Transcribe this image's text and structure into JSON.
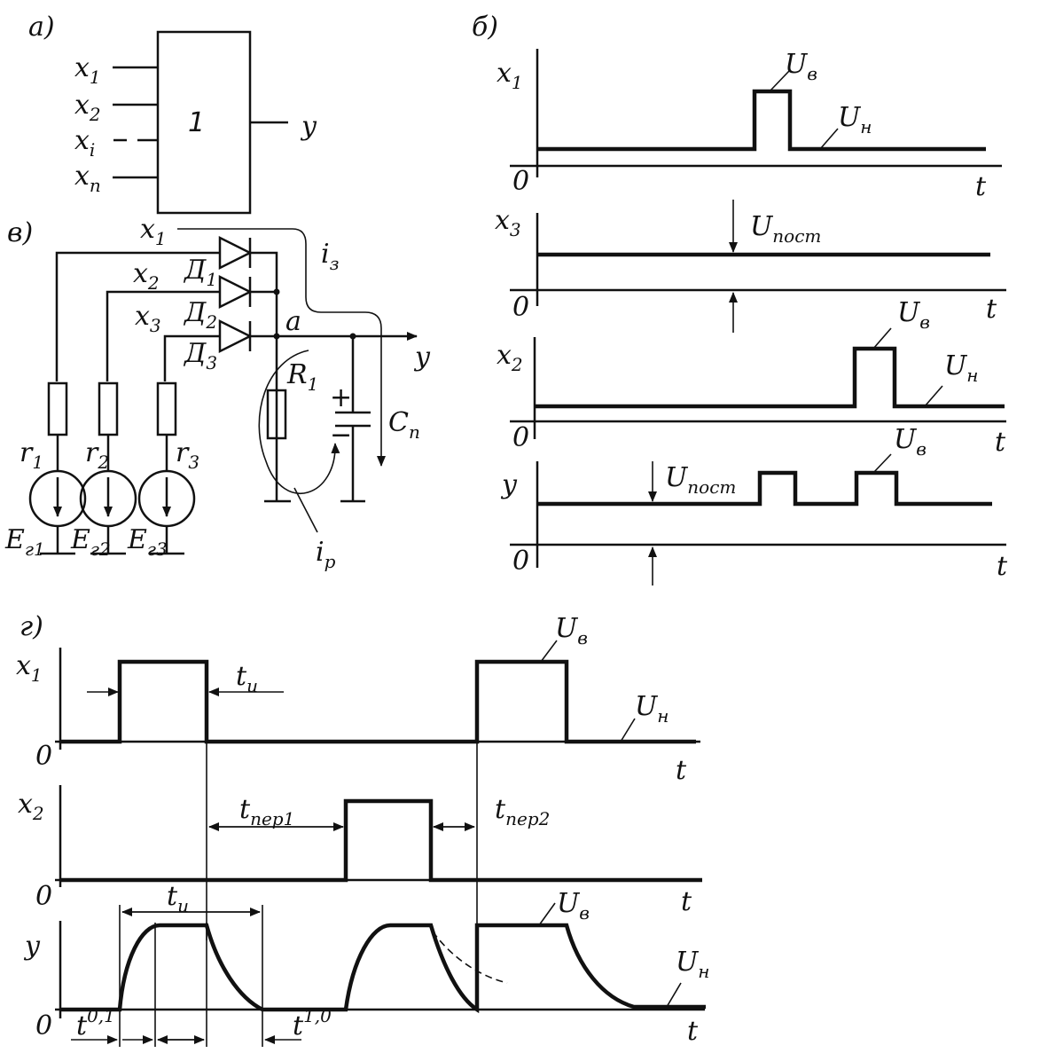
{
  "panel_a": {
    "tag": "а)",
    "inputs": [
      {
        "base": "x",
        "sub": "1"
      },
      {
        "base": "x",
        "sub": "2"
      },
      {
        "base": "x",
        "sub": "i"
      },
      {
        "base": "x",
        "sub": "п"
      }
    ],
    "gate_label": "1",
    "output": "y"
  },
  "panel_b": {
    "tag": "б)",
    "rows": [
      {
        "signal": {
          "base": "x",
          "sub": "1"
        },
        "origin": "0",
        "axis": "t",
        "labels": [
          {
            "base": "U",
            "sub": "в"
          },
          {
            "base": "U",
            "sub": "н"
          }
        ]
      },
      {
        "signal": {
          "base": "x",
          "sub": "3"
        },
        "origin": "0",
        "axis": "t",
        "labels": [
          {
            "base": "U",
            "sub": "пост"
          }
        ]
      },
      {
        "signal": {
          "base": "x",
          "sub": "2"
        },
        "origin": "0",
        "axis": "t",
        "labels": [
          {
            "base": "U",
            "sub": "в"
          },
          {
            "base": "U",
            "sub": "н"
          }
        ]
      },
      {
        "signal": {
          "base": "y",
          "sub": ""
        },
        "origin": "0",
        "axis": "t",
        "labels": [
          {
            "base": "U",
            "sub": "пост"
          },
          {
            "base": "U",
            "sub": "в"
          }
        ]
      }
    ]
  },
  "panel_c": {
    "tag": "в)",
    "inputs": [
      {
        "base": "x",
        "sub": "1"
      },
      {
        "base": "x",
        "sub": "2"
      },
      {
        "base": "x",
        "sub": "3"
      }
    ],
    "diodes": [
      {
        "base": "Д",
        "sub": "1"
      },
      {
        "base": "Д",
        "sub": "2"
      },
      {
        "base": "Д",
        "sub": "3"
      }
    ],
    "resistors": [
      {
        "base": "r",
        "sub": "1"
      },
      {
        "base": "r",
        "sub": "2"
      },
      {
        "base": "r",
        "sub": "3"
      }
    ],
    "sources": [
      {
        "base": "E",
        "sub": "г1"
      },
      {
        "base": "E",
        "sub": "г2"
      },
      {
        "base": "E",
        "sub": "г3"
      }
    ],
    "node": "a",
    "load_resistor": {
      "base": "R",
      "sub": "1"
    },
    "capacitor": {
      "base": "C",
      "sub": "п"
    },
    "charge_current": {
      "base": "i",
      "sub": "з"
    },
    "discharge_current": {
      "base": "i",
      "sub": "р"
    },
    "output": "y",
    "plus": "+",
    "minus": "−"
  },
  "panel_d": {
    "tag": "г)",
    "rows": [
      {
        "signal": {
          "base": "x",
          "sub": "1"
        },
        "origin": "0",
        "axis": "t"
      },
      {
        "signal": {
          "base": "x",
          "sub": "2"
        },
        "origin": "0",
        "axis": "t"
      },
      {
        "signal": {
          "base": "y",
          "sub": ""
        },
        "origin": "0",
        "axis": "t"
      }
    ],
    "labels": {
      "t_pulse": {
        "base": "t",
        "sub": "и"
      },
      "t_per1": {
        "base": "t",
        "sub": "пер1"
      },
      "t_per2": {
        "base": "t",
        "sub": "пер2"
      },
      "u_high": {
        "base": "U",
        "sub": "в"
      },
      "u_low": {
        "base": "U",
        "sub": "н"
      },
      "t01": {
        "base": "t",
        "sup": "0,1"
      },
      "t10": {
        "base": "t",
        "sup": "1,0"
      }
    }
  }
}
